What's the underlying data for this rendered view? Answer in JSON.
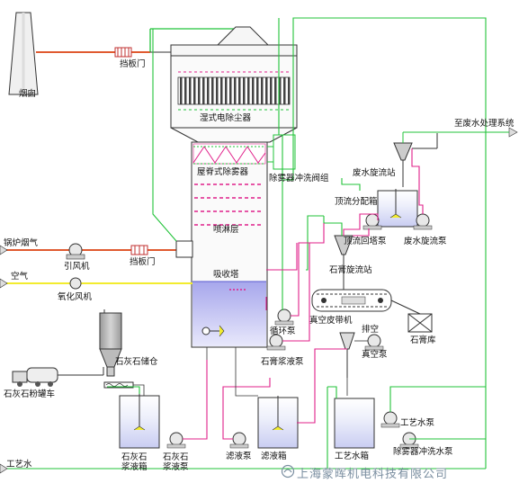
{
  "labels": {
    "chimney": "烟囱",
    "baffle_top": "挡板门",
    "wesp": "湿式电除尘器",
    "demister": "屋脊式除雾器",
    "demister_valves": "除雾器冲洗阀组",
    "spray_layer": "喷淋层",
    "absorber": "吸收塔",
    "boiler_gas": "锅炉烟气",
    "id_fan": "引风机",
    "baffle_mid": "挡板门",
    "air": "空气",
    "ox_fan": "氧化风机",
    "limestone_silo": "石灰石储仓",
    "limestone_truck": "石灰石粉罐车",
    "process_water_left": "工艺水",
    "to_wastewater": "至废水处理系统",
    "wastewater_cyclone": "废水旋流站",
    "overflow_box": "顶流分配箱",
    "overflow_pump": "顶流回塔泵",
    "wastewater_pump": "废水旋流泵",
    "gypsum_cyclone": "石膏旋流站",
    "vac_belt": "真空皮带机",
    "gypsum_store": "石膏库",
    "pump_out": "排空",
    "vac_pump": "真空泵",
    "recirc_pump": "循环泵",
    "gypsum_slurry_pump": "石膏浆液泵",
    "limestone_tank": "石灰石浆液箱",
    "limestone_pump": "石灰石浆液泵",
    "filtrate_pump": "滤液泵",
    "filtrate_tank": "滤液箱",
    "process_tank": "工艺水箱",
    "process_pump": "工艺水泵",
    "demister_pump": "除雾器冲洗水泵",
    "watermark": "上海蒙晖机电科技有限公司"
  },
  "colors": {
    "pipe_green": "#22c33a",
    "pipe_magenta": "#e0208a",
    "pipe_yellow": "#f2ec2e",
    "flue_red": "#e05a30",
    "liquid_blue": "#b5b5ee",
    "vessel_grey": "#f2f2f2",
    "outline": "#333333"
  }
}
